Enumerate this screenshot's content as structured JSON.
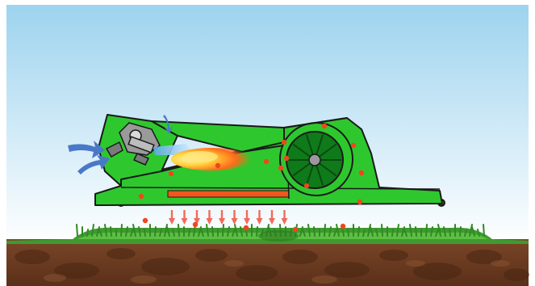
{
  "scene": {
    "colors": {
      "sky_top": "#9dd3ef",
      "sky_bottom": "#ffffff",
      "machine_green": "#2ec82e",
      "machine_outline": "#1a1a1a",
      "dark_green": "#0f7a1a",
      "soil": "#6b3d22",
      "soil_dark": "#4a2612",
      "grass": "#4caf3a",
      "flame_core": "#ffd33a",
      "flame_outer": "#ff6a1a",
      "heat_particle": "#f0461e",
      "heat_arrow": "#f26a5a",
      "air_arrow": "#4a78c8",
      "burner_gray": "#9a9a9a",
      "blue_jet": "#7fc4f0"
    },
    "components": [
      {
        "name": "air-intake-arrows",
        "icon": "airflow-arrows"
      },
      {
        "name": "burner",
        "icon": "burner-icon"
      },
      {
        "name": "flame",
        "icon": "flame-icon"
      },
      {
        "name": "heating-chamber",
        "icon": "chamber"
      },
      {
        "name": "fan",
        "icon": "fan-icon"
      },
      {
        "name": "heat-outlet-arrows",
        "icon": "heat-arrows"
      },
      {
        "name": "grass-bed",
        "icon": "grass"
      },
      {
        "name": "soil-layer",
        "icon": "soil"
      }
    ]
  }
}
